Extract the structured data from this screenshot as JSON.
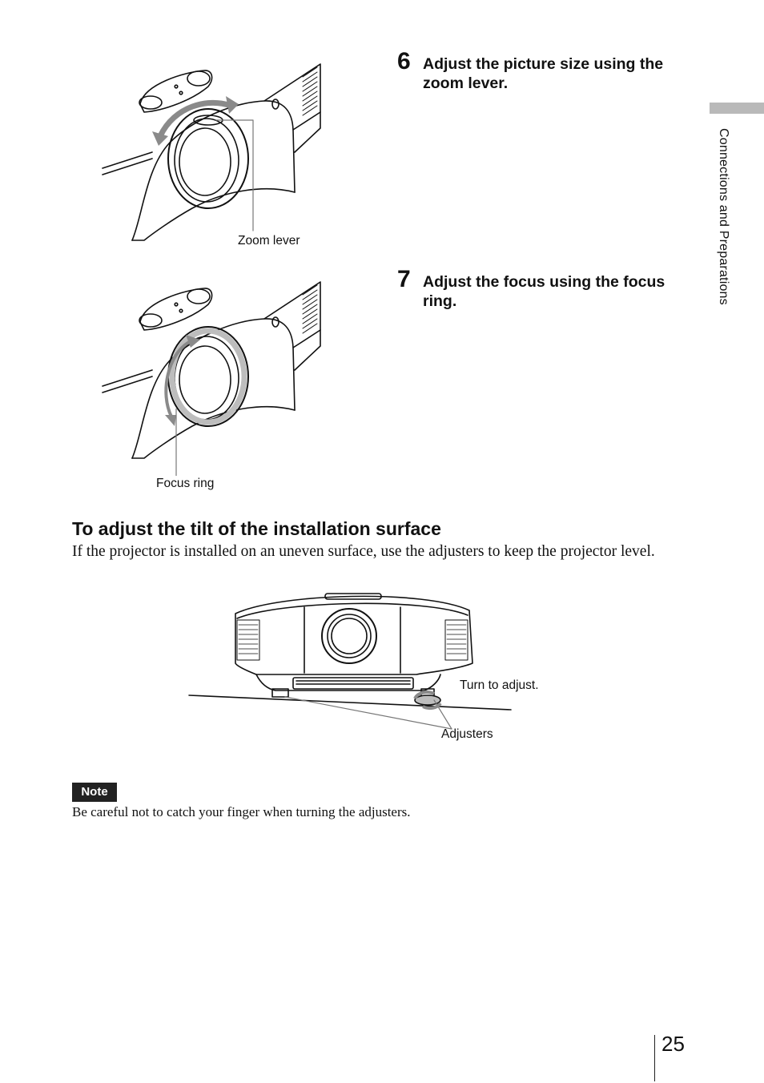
{
  "sidebar": {
    "section_label": "Connections and Preparations"
  },
  "steps": [
    {
      "number": "6",
      "text": "Adjust the picture size using the zoom lever."
    },
    {
      "number": "7",
      "text": "Adjust the focus using the focus ring."
    }
  ],
  "figures": {
    "zoom": {
      "callout": "Zoom lever"
    },
    "focus": {
      "callout": "Focus ring"
    },
    "tilt": {
      "callout_turn": "Turn to adjust.",
      "callout_adjusters": "Adjusters"
    }
  },
  "section": {
    "title": "To adjust the tilt of the installation surface",
    "body": "If the projector is installed on an uneven surface, use the adjusters to keep the projector level."
  },
  "note": {
    "badge": "Note",
    "text": "Be careful not to catch your finger when turning the adjusters."
  },
  "page_number": "25",
  "colors": {
    "tab_gray": "#b9b9b9",
    "arrow_gray": "#8a8a8a",
    "badge": "#222222"
  }
}
